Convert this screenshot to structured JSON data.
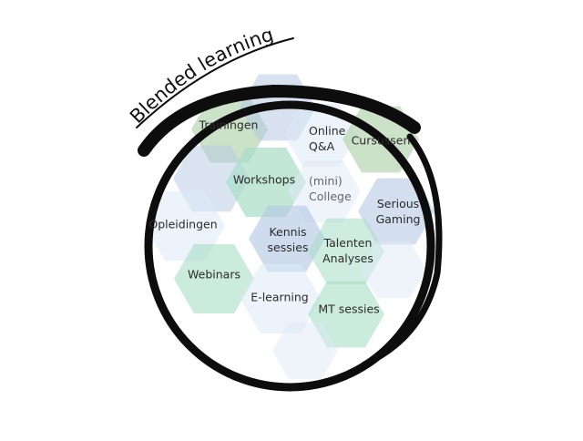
{
  "title": "Blended learning",
  "colors": {
    "ring": "#0d0d0d",
    "green": "#b9d8b5",
    "blue": "#b6c9e4",
    "teal": "#a8ddc6",
    "pale": "#dde9f5"
  },
  "labels": {
    "trainingen": "Trainingen",
    "online_1": "Online",
    "online_2": "Q&A",
    "cursussen": "Cursussen",
    "workshops": "Workshops",
    "college_1": "(mini)",
    "college_2": "College",
    "serious_1": "Serious",
    "serious_2": "Gaming",
    "opleidingen": "Opleidingen",
    "kennis_1": "Kennis",
    "kennis_2": "sessies",
    "talenten_1": "Talenten",
    "talenten_2": "Analyses",
    "webinars": "Webinars",
    "elearning": "E-learning",
    "mt": "MT sessies"
  }
}
